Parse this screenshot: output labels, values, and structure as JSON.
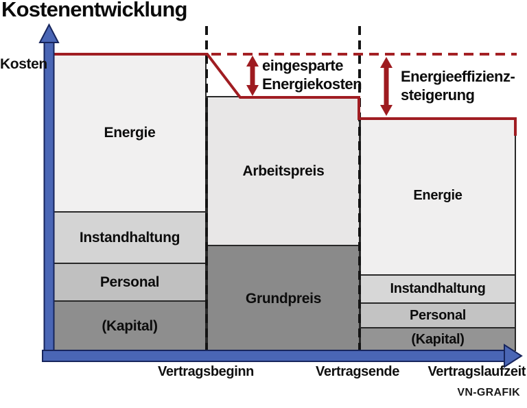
{
  "title": "Kostenentwicklung",
  "credit": "VN-GRAFIK",
  "axes": {
    "y_label": "Kosten",
    "x_ticks": [
      "Vertragsbeginn",
      "Vertragsende",
      "Vertragslaufzeit"
    ]
  },
  "annotations": {
    "saved_energy": {
      "line1": "eingesparte",
      "line2": "Energiekosten"
    },
    "efficiency": {
      "line1": "Energieeffizienz-",
      "line2": "steigerung"
    }
  },
  "colors": {
    "accent_red": "#a01d22",
    "dashed_red": "#a42024",
    "axis_blue_fill": "#4a66b5",
    "axis_blue_border": "#17255c",
    "dashed_black": "#141414",
    "segment_border": "#282828",
    "fill_light": "#f0efef",
    "fill_mid_light": "#d5d5d5",
    "fill_mid": "#c1c1c1",
    "fill_dark": "#8c8c8c"
  },
  "chart_data": {
    "type": "bar",
    "subtype": "stacked",
    "title": "Kostenentwicklung",
    "ylabel": "Kosten",
    "xlabel": "",
    "x_tick_labels": [
      "Vertragsbeginn",
      "Vertragsende",
      "Vertragslaufzeit"
    ],
    "value_note": "relative cost level, pre-contract total = 100, estimated from drawing",
    "bars": [
      {
        "segments": [
          {
            "label": "Energie",
            "value": 53
          },
          {
            "label": "Instandhaltung",
            "value": 17
          },
          {
            "label": "Personal",
            "value": 13
          },
          {
            "label": "(Kapital)",
            "value": 17
          }
        ],
        "total": 100
      },
      {
        "segments": [
          {
            "label": "Arbeitspreis",
            "value": 50
          },
          {
            "label": "Grundpreis",
            "value": 36
          }
        ],
        "total": 86
      },
      {
        "segments": [
          {
            "label": "Energie",
            "value": 53
          },
          {
            "label": "Instandhaltung",
            "value": 9
          },
          {
            "label": "Personal",
            "value": 8
          },
          {
            "label": "(Kapital)",
            "value": 8
          }
        ],
        "total": 78
      }
    ],
    "reference_line": {
      "style": "dashed",
      "value": 100
    },
    "annotations": [
      "eingesparte Energiekosten",
      "Energieeffizienz-steigerung"
    ],
    "legend": false,
    "grid": false
  }
}
